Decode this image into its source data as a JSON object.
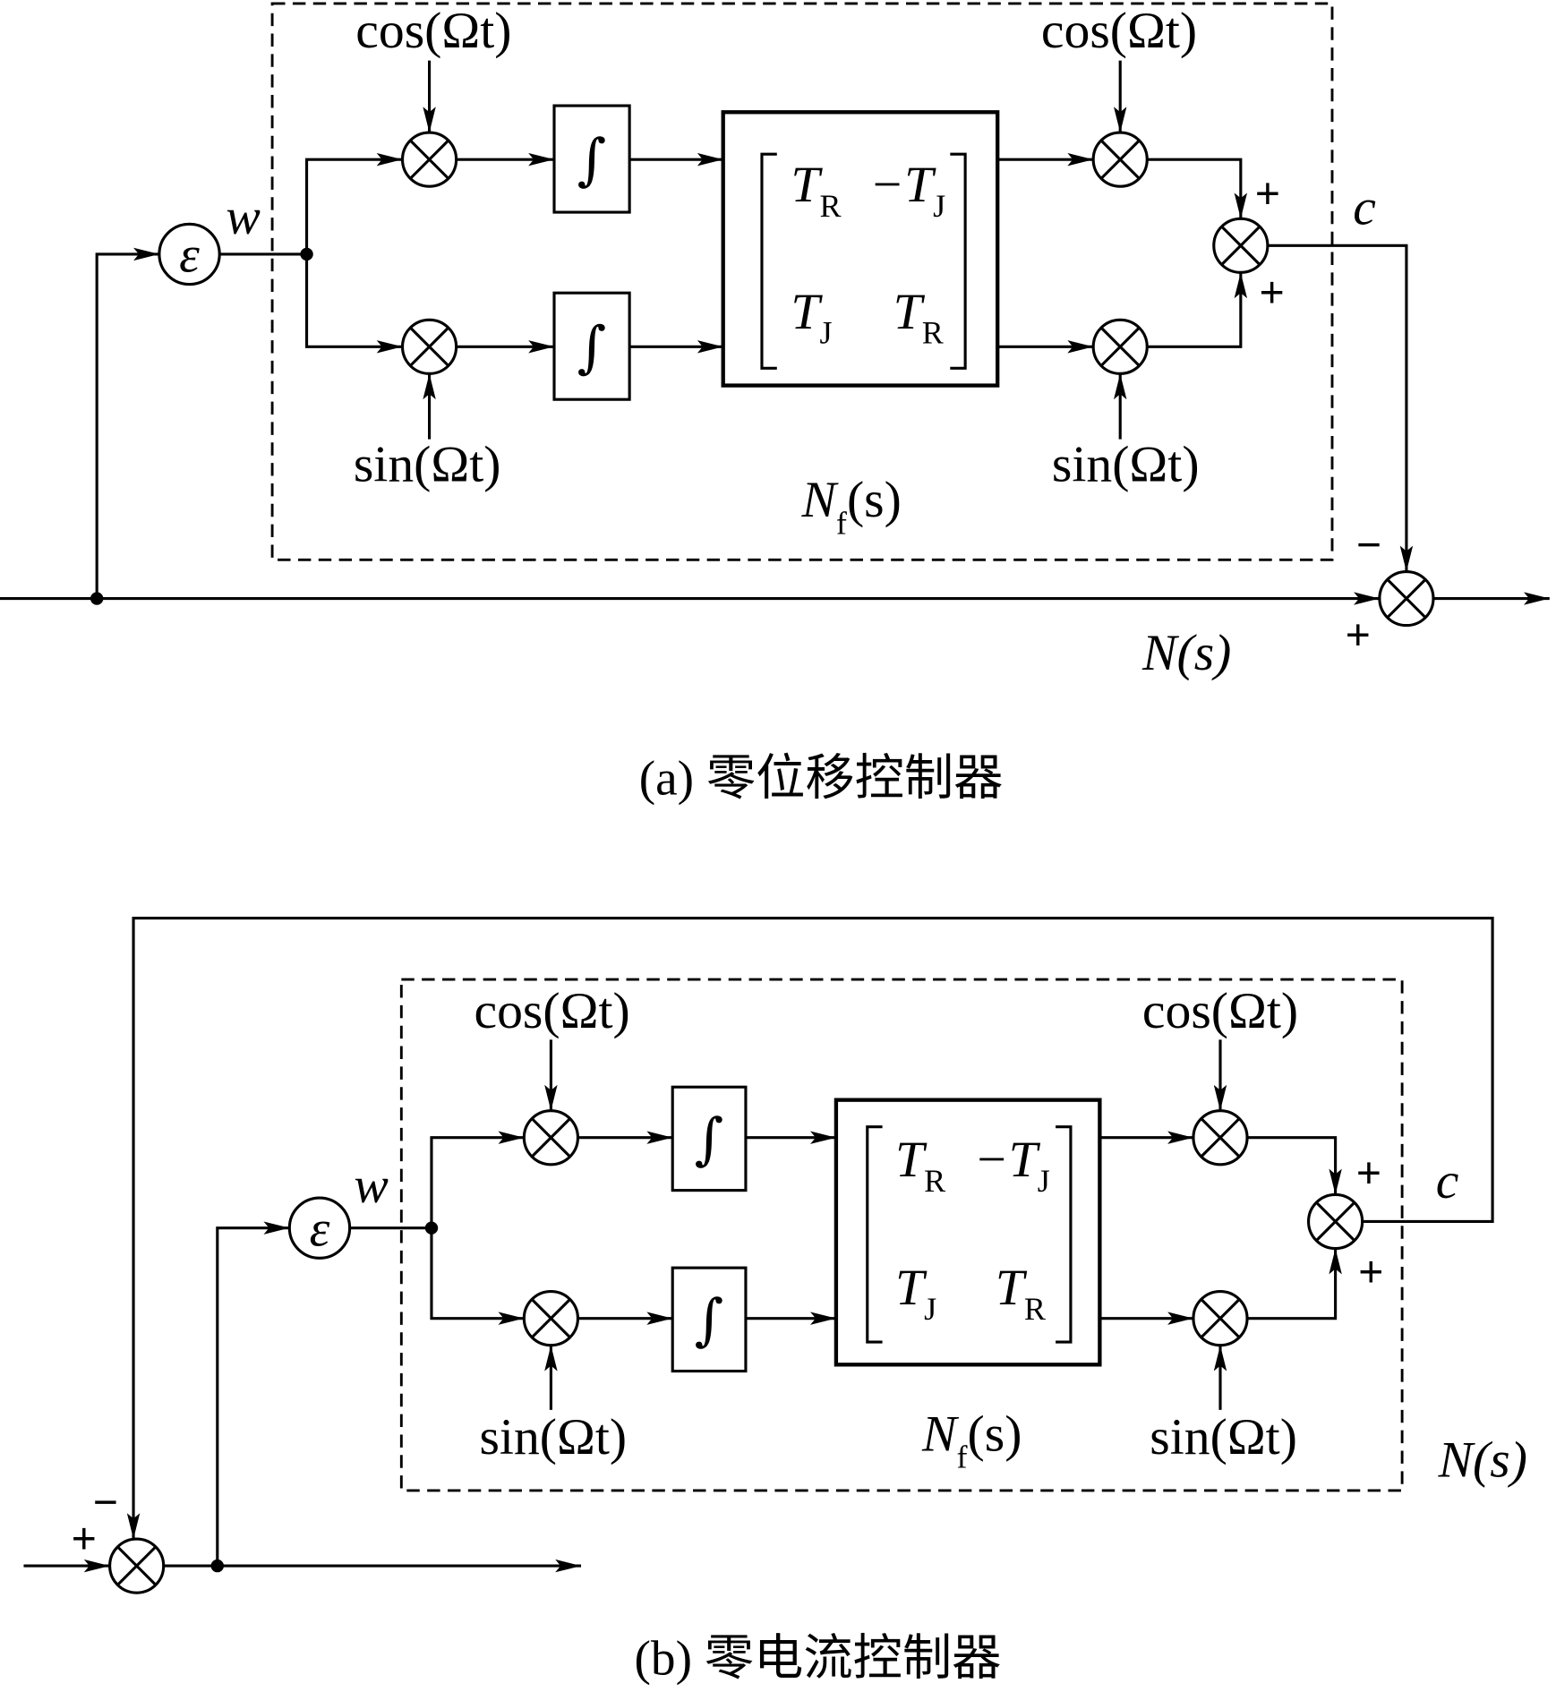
{
  "labels": {
    "cos": "cos(Ωt)",
    "sin": "sin(Ωt)",
    "w": "w",
    "epsilon": "ε",
    "c": "c",
    "plus": "+",
    "minus": "−",
    "integral": "∫"
  },
  "matrix": {
    "tr": {
      "main": "T",
      "sub": "R"
    },
    "neg_tj": {
      "main": "−T",
      "sub": "J"
    },
    "tj": {
      "main": "T",
      "sub": "J"
    }
  },
  "nf": {
    "main": "N",
    "sub": "f",
    "tail": "(s)"
  },
  "n_s": "N(s)",
  "captions": {
    "a": "(a) 零位移控制器",
    "b": "(b) 零电流控制器"
  }
}
